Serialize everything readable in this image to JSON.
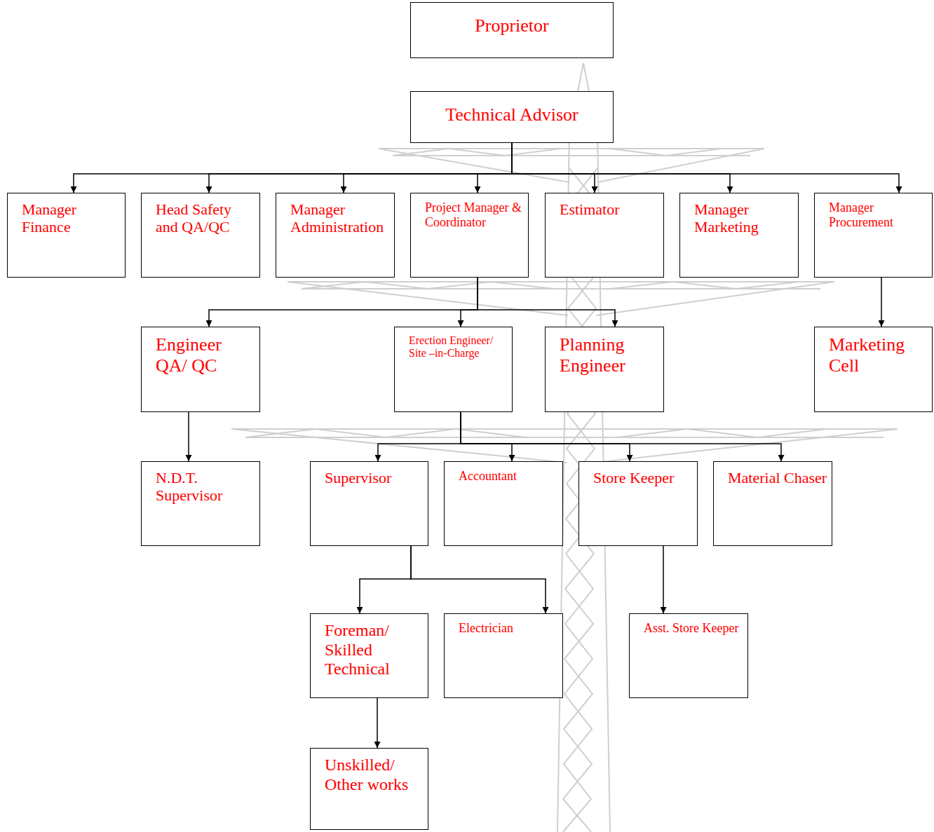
{
  "diagram": {
    "nodes": [
      {
        "text": [
          "Proprietor"
        ]
      },
      {
        "text": [
          "Technical Advisor"
        ]
      },
      {
        "text": [
          "Manager Finance"
        ]
      },
      {
        "text": [
          "Head Safety and QA/QC"
        ]
      },
      {
        "text": [
          "Manager Administration"
        ]
      },
      {
        "text": [
          "Project Manager & Coordinator"
        ]
      },
      {
        "text": [
          "Estimator"
        ]
      },
      {
        "text": [
          "Manager Marketing"
        ]
      },
      {
        "text": [
          "Manager Procurement"
        ]
      },
      {
        "text": [
          "Engineer QA/ QC"
        ]
      },
      {
        "text": [
          "Erection Engineer/ Site –in-Charge"
        ]
      },
      {
        "text": [
          "Planning Engineer"
        ]
      },
      {
        "text": [
          "Marketing Cell"
        ]
      },
      {
        "text": [
          "N.D.T. Supervisor"
        ]
      },
      {
        "text": [
          "Supervisor"
        ]
      },
      {
        "text": [
          "Accountant"
        ]
      },
      {
        "text": [
          "Store Keeper"
        ]
      },
      {
        "text": [
          "Material Chaser"
        ]
      },
      {
        "text": [
          "Foreman/ Skilled Technical"
        ]
      },
      {
        "text": [
          "Electrician"
        ]
      },
      {
        "text": [
          "Asst. Store Keeper"
        ]
      },
      {
        "text": [
          "Unskilled/ Other works"
        ]
      }
    ],
    "edges": [
      {
        "from": 1,
        "to": 2,
        "arrow": "to"
      },
      {
        "from": 1,
        "to": 3,
        "arrow": "to"
      },
      {
        "from": 1,
        "to": 4,
        "arrow": "to"
      },
      {
        "from": 1,
        "to": 5,
        "arrow": "to"
      },
      {
        "from": 1,
        "to": 6,
        "arrow": "to"
      },
      {
        "from": 1,
        "to": 7,
        "arrow": "to"
      },
      {
        "from": 1,
        "to": 8,
        "arrow": "to"
      },
      {
        "from": 5,
        "to": 9,
        "arrow": "to"
      },
      {
        "from": 5,
        "to": 10,
        "arrow": "to"
      },
      {
        "from": 5,
        "to": 11,
        "arrow": "to"
      },
      {
        "from": 8,
        "to": 12,
        "arrow": "to"
      },
      {
        "from": 9,
        "to": 13,
        "arrow": "to"
      },
      {
        "from": 10,
        "to": 14,
        "arrow": "to"
      },
      {
        "from": 10,
        "to": 15,
        "arrow": "to"
      },
      {
        "from": 10,
        "to": 16,
        "arrow": "to"
      },
      {
        "from": 10,
        "to": 17,
        "arrow": "to"
      },
      {
        "from": 14,
        "to": 18,
        "arrow": "to"
      },
      {
        "from": 14,
        "to": 19,
        "arrow": "to"
      },
      {
        "from": 16,
        "to": 20,
        "arrow": "to"
      },
      {
        "from": 18,
        "to": 21,
        "arrow": "to"
      }
    ]
  }
}
